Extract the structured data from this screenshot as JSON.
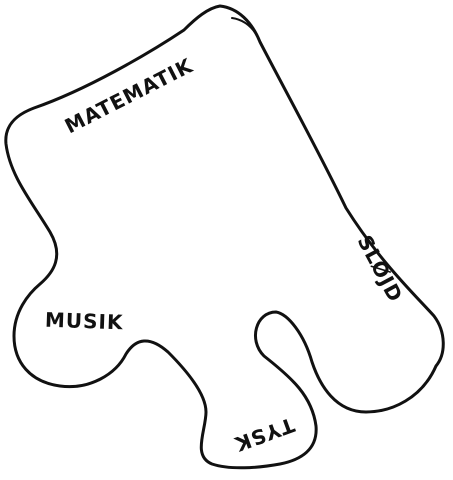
{
  "puzzle": {
    "labels": {
      "top": "MATEMATIK",
      "right": "SLØJD",
      "left": "MUSIK",
      "bottom": "TYSK"
    },
    "stroke_color": "#111111",
    "background": "#ffffff"
  }
}
